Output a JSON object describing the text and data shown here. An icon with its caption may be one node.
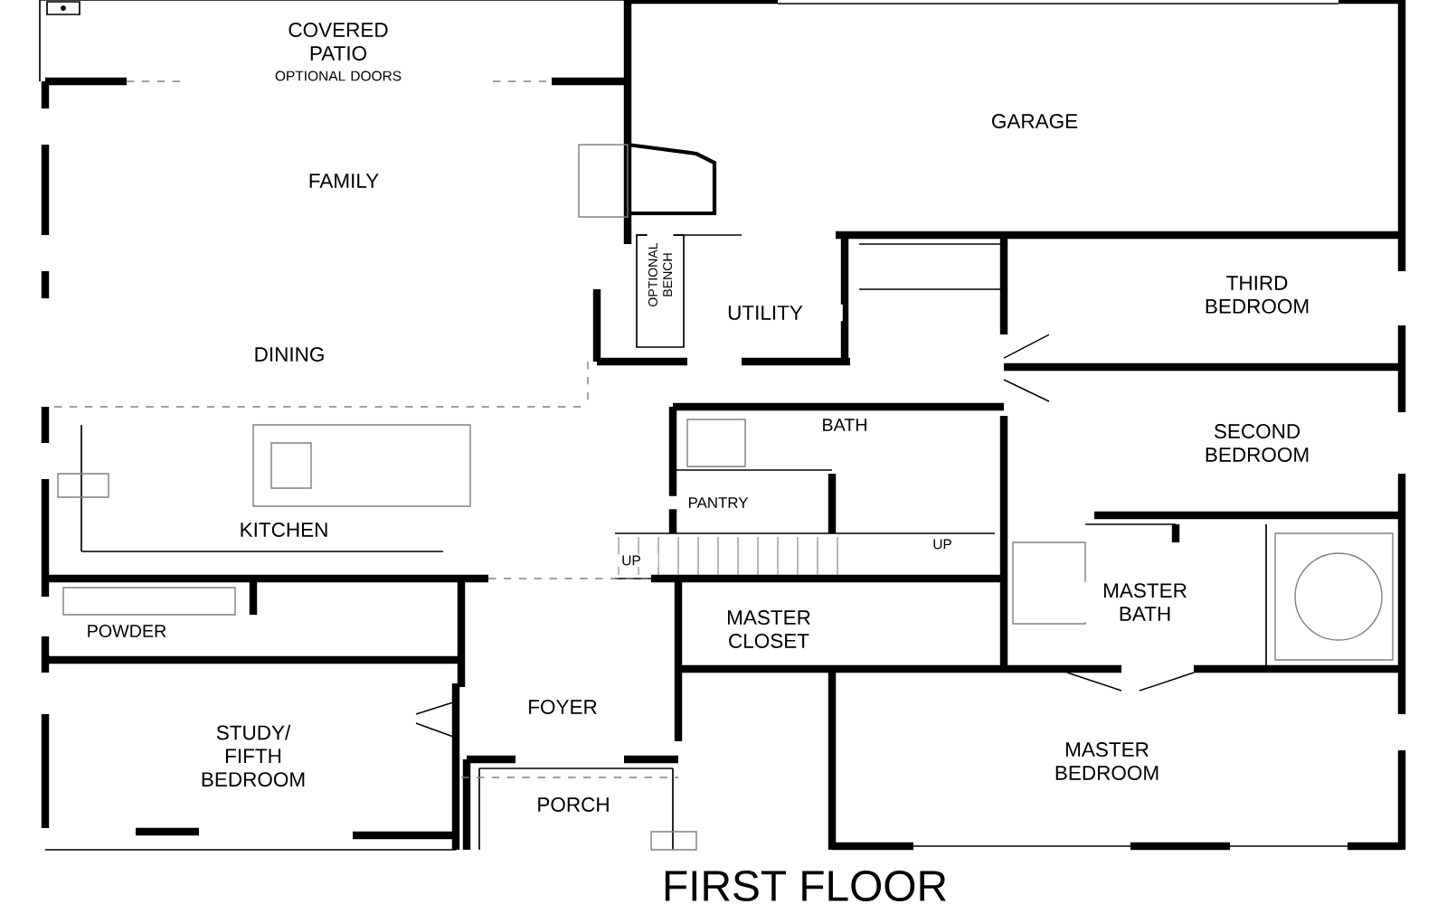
{
  "diagram": {
    "title": "FIRST FLOOR",
    "labels": [
      "COVERED PATIO",
      "OPTIONAL DOORS",
      "GARAGE",
      "FAMILY",
      "OPTIONAL BENCH",
      "UTILITY",
      "THIRD BEDROOM",
      "DINING",
      "BATH",
      "SECOND BEDROOM",
      "PANTRY",
      "KITCHEN",
      "UP",
      "UP",
      "MASTER BATH",
      "POWDER",
      "MASTER CLOSET",
      "FOYER",
      "STUDY/ FIFTH BEDROOM",
      "MASTER BEDROOM",
      "PORCH"
    ]
  }
}
